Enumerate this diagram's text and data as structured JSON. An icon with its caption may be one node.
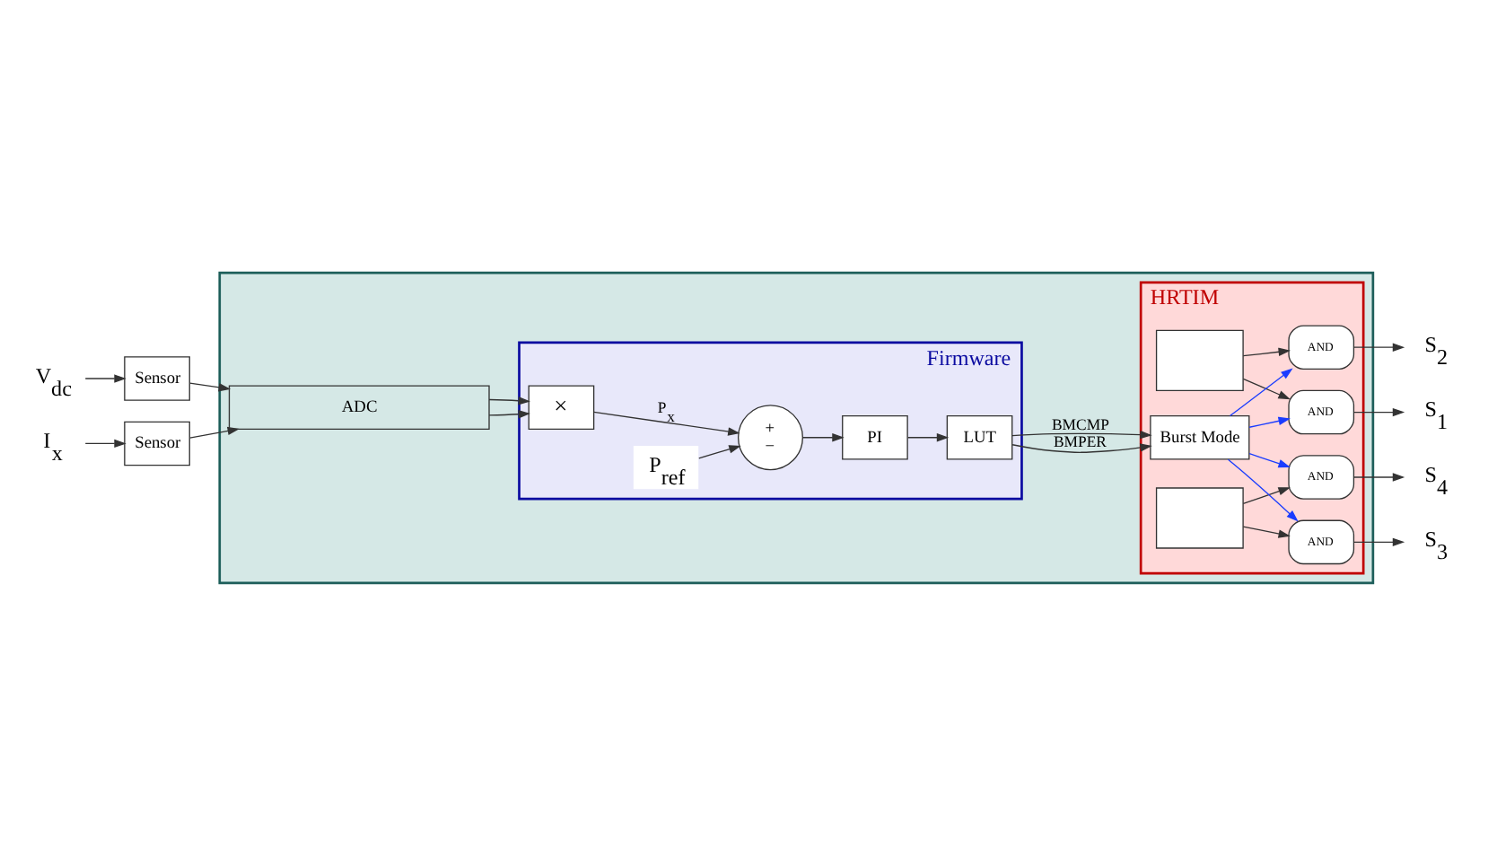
{
  "diagram": {
    "nodes": [
      {
        "text": [
          "V$_{dc}$"
        ]
      },
      {
        "text": [
          "I$_{x}$"
        ]
      },
      {
        "text": [
          "Sensor"
        ]
      },
      {
        "text": [
          "Sensor"
        ]
      },
      {
        "text": [],
        "shape": "box"
      },
      {
        "text": [
          "ADC"
        ],
        "in": 4
      },
      {
        "text": [
          "Firmware"
        ],
        "in": 4
      },
      {
        "text": [
          "×"
        ],
        "in": 6
      },
      {
        "text": [
          "P$_{ref}$"
        ],
        "in": 6
      },
      {
        "text": [
          "+",
          "−"
        ],
        "in": 6
      },
      {
        "text": [
          "PI"
        ],
        "in": 6
      },
      {
        "text": [
          "LUT"
        ],
        "in": 6
      },
      {
        "text": [
          "HRTIM"
        ],
        "in": 4
      },
      {
        "text": [],
        "shape": "box",
        "in": 12
      },
      {
        "text": [],
        "shape": "box",
        "in": 12
      },
      {
        "text": [
          "Burst Mode"
        ],
        "in": 12
      },
      {
        "text": [
          "AND"
        ],
        "in": 12
      },
      {
        "text": [
          "AND"
        ],
        "in": 12
      },
      {
        "text": [
          "AND"
        ],
        "in": 12
      },
      {
        "text": [
          "AND"
        ],
        "in": 12
      },
      {
        "text": [
          "S$_{1}$"
        ]
      },
      {
        "text": [
          "S$_{2}$"
        ]
      },
      {
        "text": [
          "S$_{3}$"
        ]
      },
      {
        "text": [
          "S$_{4}$"
        ]
      }
    ],
    "edges": [
      {
        "from": 0,
        "to": 2,
        "arrow": "to"
      },
      {
        "from": 1,
        "to": 3,
        "arrow": "to"
      },
      {
        "from": 2,
        "to": 5,
        "arrow": "to"
      },
      {
        "from": 3,
        "to": 5,
        "arrow": "to"
      },
      {
        "from": 5,
        "to": 7,
        "arrow": "to"
      },
      {
        "from": 5,
        "to": 7,
        "arrow": "to"
      },
      {
        "from": 7,
        "to": 9,
        "arrow": "to",
        "label": "P$_{x}$"
      },
      {
        "from": 8,
        "to": 9,
        "arrow": "to"
      },
      {
        "from": 9,
        "to": 10,
        "arrow": "to"
      },
      {
        "from": 10,
        "to": 11,
        "arrow": "to"
      },
      {
        "from": 11,
        "to": 15,
        "arrow": "to",
        "label": "BMPER"
      },
      {
        "from": 11,
        "to": 15,
        "arrow": "to",
        "label": "BMCMP"
      },
      {
        "from": 13,
        "to": 16,
        "arrow": "to"
      },
      {
        "from": 13,
        "to": 17,
        "arrow": "to"
      },
      {
        "from": 14,
        "to": 18,
        "arrow": "to"
      },
      {
        "from": 14,
        "to": 19,
        "arrow": "to"
      },
      {
        "from": 15,
        "to": 16,
        "arrow": "to",
        "color": "#1a3cff"
      },
      {
        "from": 15,
        "to": 17,
        "arrow": "to",
        "color": "#1a3cff"
      },
      {
        "from": 15,
        "to": 18,
        "arrow": "to",
        "color": "#1a3cff"
      },
      {
        "from": 15,
        "to": 19,
        "arrow": "to",
        "color": "#1a3cff"
      },
      {
        "from": 16,
        "to": 20,
        "arrow": "to"
      },
      {
        "from": 17,
        "to": 21,
        "arrow": "to"
      },
      {
        "from": 18,
        "to": 22,
        "arrow": "to"
      },
      {
        "from": 19,
        "to": 23,
        "arrow": "to"
      }
    ]
  }
}
